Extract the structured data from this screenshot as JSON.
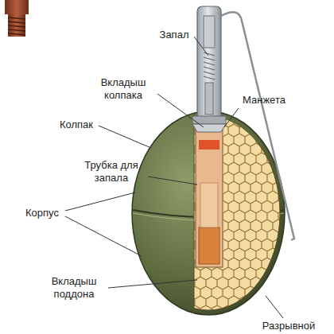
{
  "diagram": {
    "labels": [
      "Запал",
      "Вкладыш колпака",
      "Манжета",
      "Колпак",
      "Трубка для запала",
      "Корпус",
      "Вкладыш поддона",
      "Разрывной"
    ]
  }
}
